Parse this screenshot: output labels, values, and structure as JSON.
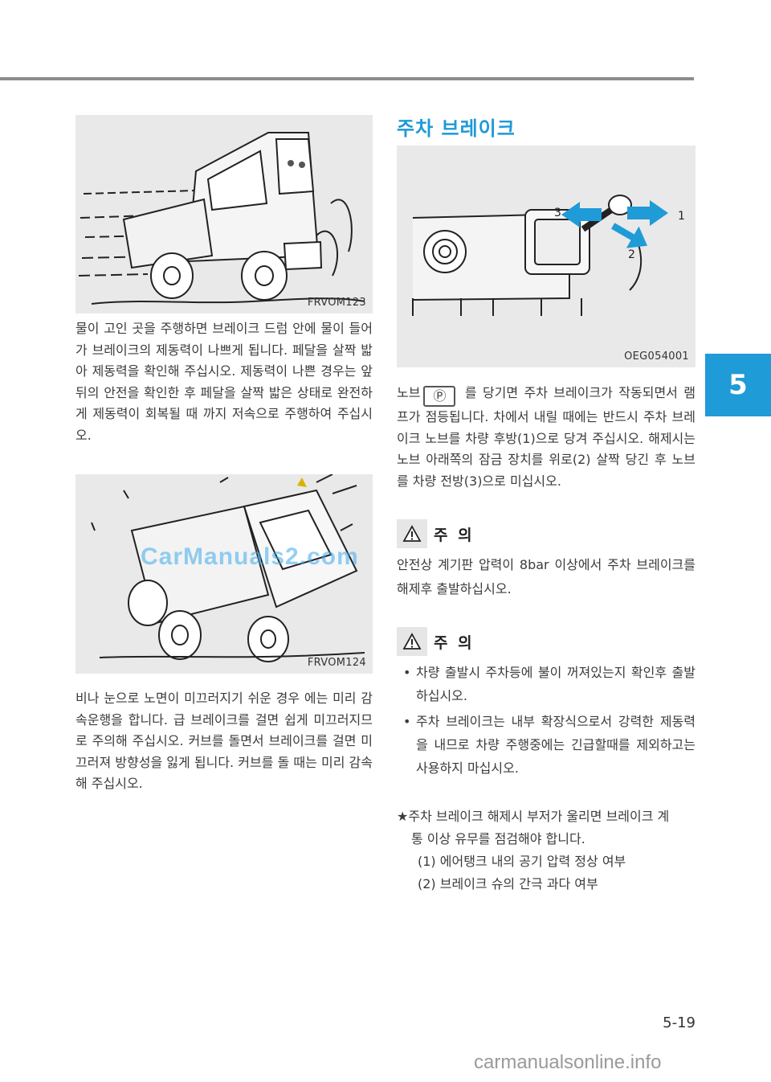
{
  "left": {
    "fig1_code": "FRVOM123",
    "para1": "물이 고인 곳을 주행하면 브레이크 드럼 안에 물이 들어가 브레이크의 제동력이 나쁘게 됩니다. 페달을 살짝 밟아 제동력을 확인해 주십시오. 제동력이 나쁜 경우는 앞뒤의 안전을 확인한 후 페달을 살짝 밟은 상태로 완전하게 제동력이 회복될 때 까지 저속으로 주행하여 주십시오.",
    "fig2_code": "FRVOM124",
    "para2": "비나 눈으로 노면이 미끄러지기 쉬운 경우 에는 미리 감속운행을 합니다. 급 브레이크를 걸면 쉽게 미끄러지므로 주의해 주십시오. 커브를 돌면서 브레이크를 걸면 미끄러져 방향성을 잃게 됩니다. 커브를 돌 때는 미리 감속해 주십시오."
  },
  "right": {
    "section_title": "주차 브레이크",
    "fig3_code": "OEG054001",
    "fig3_callouts": [
      "1",
      "2",
      "3"
    ],
    "para_prefix": "노브",
    "knob_symbol": "Ⓟ",
    "para_rest": " 를 당기면 주차 브레이크가 작동되면서 램프가 점등됩니다. 차에서 내릴 때에는 반드시 주차 브레이크 노브를 차량 후방(1)으로 당겨 주십시오. 해제시는 노브 아래쪽의 잠금 장치를 위로(2) 살짝 당긴 후 노브를 차량 전방(3)으로 미십시오.",
    "caution1_label": "주 의",
    "caution1_text": "안전상 계기판 압력이 8bar 이상에서 주차 브레이크를 해제후 출발하십시오.",
    "caution2_label": "주 의",
    "caution2_items": [
      "차량 출발시 주차등에 불이 꺼져있는지 확인후 출발 하십시오.",
      "주차 브레이크는 내부 확장식으로서 강력한 제동력을 내므로 차량 주행중에는 긴급할때를 제외하고는 사용하지 마십시오."
    ],
    "note_line1": "★주차 브레이크 해제시 부저가 울리면 브레이크 계",
    "note_line2": "통 이상 유무를 점검해야 합니다.",
    "note_item1": "(1) 에어탱크 내의 공기 압력 정상 여부",
    "note_item2": "(2) 브레이크 슈의 간극 과다 여부"
  },
  "chapter_tab": "5",
  "page_number": "5-19",
  "watermark": "CarManuals2.com",
  "footer_mark": "carmanualsonline.info",
  "colors": {
    "accent": "#1f9bd7",
    "rule": "#8c8c8c"
  }
}
